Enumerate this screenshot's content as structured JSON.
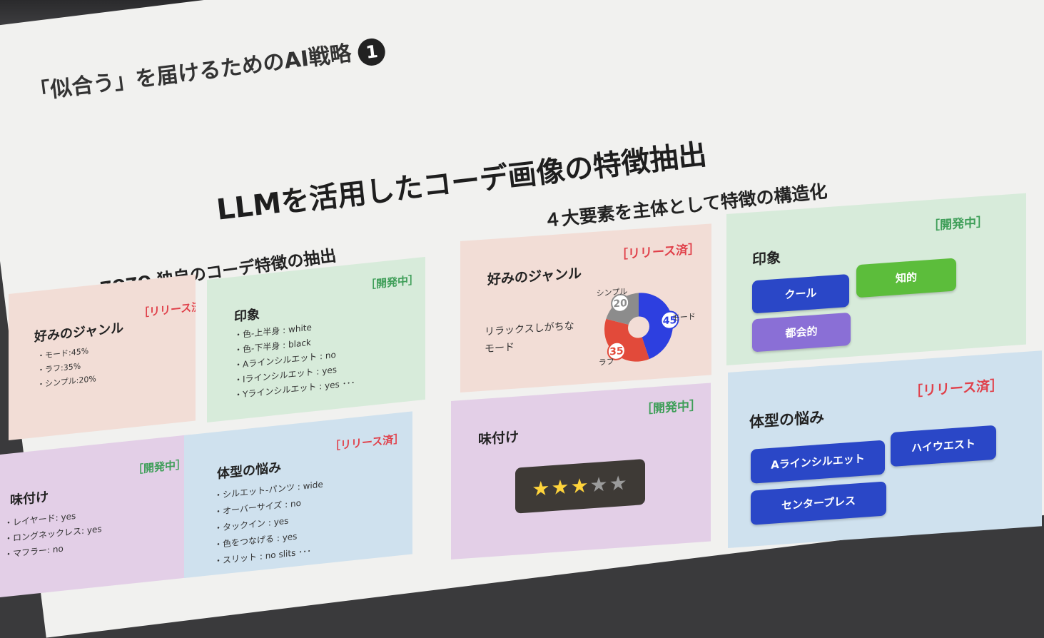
{
  "header": {
    "text": "「似合う」を届けるためのAI戦略",
    "badge": "1"
  },
  "title": "LLMを活用したコーデ画像の特徴抽出",
  "left_section": {
    "subtitle": "ZOZO 独自のコーデ特徴の抽出",
    "genre": {
      "title": "好みのジャンル",
      "tag": "［リリース済］",
      "items": [
        "モード:45%",
        "ラフ:35%",
        "シンプル:20%"
      ]
    },
    "impression": {
      "title": "印象",
      "tag": "［開発中］",
      "items": [
        "色-上半身 : white",
        "色-下半身 : black",
        "Aラインシルエット : no",
        "Iラインシルエット : yes",
        "Yラインシルエット : yes ･･･"
      ]
    },
    "flavor": {
      "title": "味付け",
      "tag": "［開発中］",
      "items": [
        "レイヤード: yes",
        "ロングネックレス: yes",
        "マフラー: no"
      ]
    },
    "body": {
      "title": "体型の悩み",
      "tag": "［リリース済］",
      "items": [
        "シルエット-パンツ : wide",
        "オーバーサイズ : no",
        "タックイン : yes",
        "色をつなげる : yes",
        "スリット : no slits ･･･"
      ]
    }
  },
  "right_section": {
    "subtitle": "４大要素を主体として特徴の構造化",
    "genre": {
      "title": "好みのジャンル",
      "tag": "［リリース済］",
      "description": [
        "リラックスしがちな",
        "モード"
      ]
    },
    "impression": {
      "title": "印象",
      "tag": "［開発中］",
      "chips": [
        "クール",
        "知的",
        "都会的"
      ]
    },
    "flavor": {
      "title": "味付け",
      "tag": "［開発中］",
      "rating": {
        "value": 3,
        "max": 5
      }
    },
    "body": {
      "title": "体型の悩み",
      "tag": "［リリース済］",
      "chips": [
        "Aラインシルエット",
        "ハイウエスト",
        "センタープレス"
      ]
    }
  },
  "chart_data": {
    "type": "pie",
    "categories": [
      "モード",
      "ラフ",
      "シンプル"
    ],
    "values": [
      45,
      35,
      20
    ],
    "colors": [
      "#2d3fe0",
      "#e24a3a",
      "#8c8c8c"
    ],
    "donut": true
  }
}
